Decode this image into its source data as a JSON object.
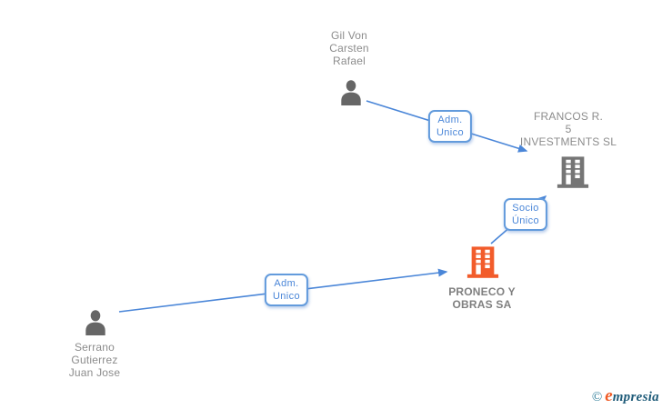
{
  "diagram": {
    "type": "corporate-relationship-graph",
    "nodes": {
      "gil": {
        "kind": "person",
        "label_lines": [
          "Gil Von",
          "Carsten",
          "Rafael"
        ],
        "icon": "person-icon"
      },
      "francos": {
        "kind": "company",
        "label_lines": [
          "FRANCOS R.",
          "5",
          "INVESTMENTS SL"
        ],
        "icon": "building-icon",
        "accent": "#757575"
      },
      "proneco": {
        "kind": "company",
        "label_lines": [
          "PRONECO Y",
          "OBRAS SA"
        ],
        "icon": "building-icon",
        "accent": "#f25c2b"
      },
      "serrano": {
        "kind": "person",
        "label_lines": [
          "Serrano",
          "Gutierrez",
          "Juan Jose"
        ],
        "icon": "person-icon"
      }
    },
    "edges": {
      "gil_to_francos": {
        "from": "gil",
        "to": "francos",
        "label_lines": [
          "Adm.",
          "Unico"
        ]
      },
      "proneco_to_francos": {
        "from": "proneco",
        "to": "francos",
        "label_lines": [
          "Socio",
          "Único"
        ]
      },
      "serrano_to_proneco": {
        "from": "serrano",
        "to": "proneco",
        "label_lines": [
          "Adm.",
          "Unico"
        ]
      }
    },
    "colors": {
      "edge_stroke": "#4a86d8",
      "label_border": "#639bdc",
      "label_text": "#4a86d8",
      "person_fill": "#666666",
      "company_gray": "#757575",
      "company_orange": "#f25c2b",
      "name_text": "#8c8c8c"
    }
  },
  "watermark": {
    "copyright_symbol": "©",
    "brand_first_letter": "e",
    "brand_rest": "mpresia"
  }
}
